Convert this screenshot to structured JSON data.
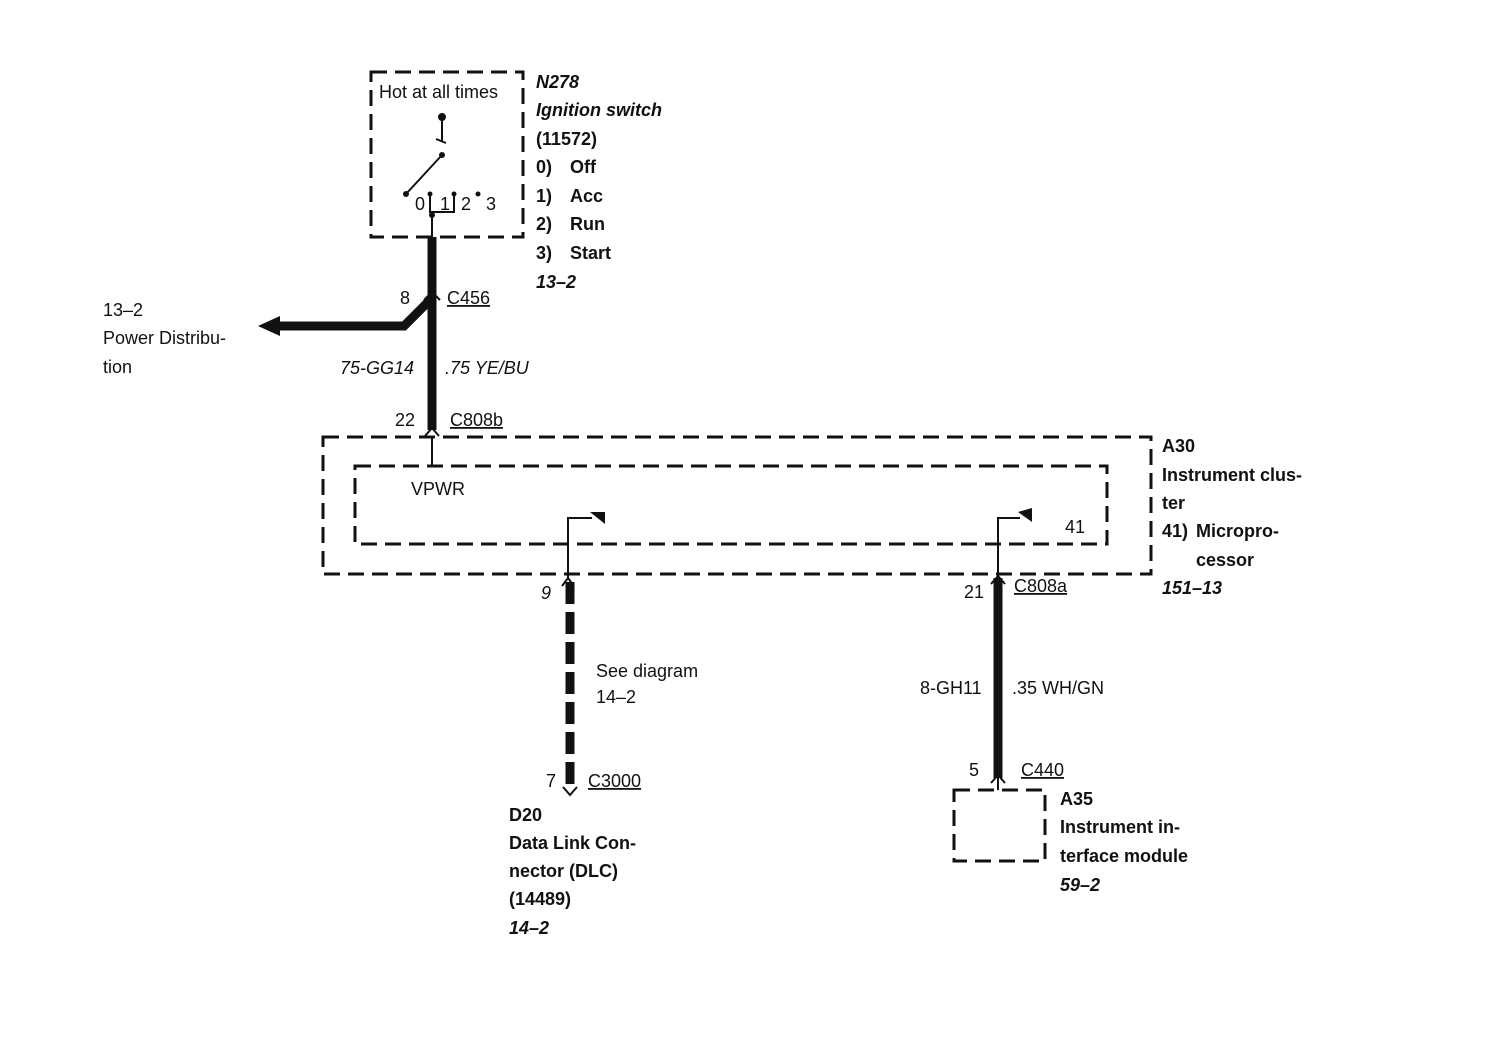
{
  "ignition_switch": {
    "box_label": "Hot at all times",
    "id": "N278",
    "name": "Ignition switch",
    "part": "(11572)",
    "positions": [
      {
        "num": "0)",
        "name": "Off"
      },
      {
        "num": "1)",
        "name": "Acc"
      },
      {
        "num": "2)",
        "name": "Run"
      },
      {
        "num": "3)",
        "name": "Start"
      }
    ],
    "ref": "13–2",
    "contacts": [
      "0",
      "1",
      "2",
      "3"
    ]
  },
  "power_distribution": {
    "ref": "13–2",
    "line1": "Power Distribu-",
    "line2": "tion"
  },
  "c456": {
    "pin": "8",
    "name": "C456"
  },
  "wire_top": {
    "circuit": "75-GG14",
    "gauge_color": ".75 YE/BU"
  },
  "c808b": {
    "pin": "22",
    "name": "C808b"
  },
  "instrument_cluster": {
    "id": "A30",
    "name_line1": "Instrument clus-",
    "name_line2": "ter",
    "sub_num": "41)",
    "sub_line1": "Micropro-",
    "sub_line2": "cessor",
    "ref": "151–13",
    "vpwr": "VPWR",
    "pin41": "41"
  },
  "pin9": {
    "pin": "9"
  },
  "c808a": {
    "pin": "21",
    "name": "C808a"
  },
  "dlc_wire": {
    "note1": "See diagram",
    "note2": "14–2"
  },
  "wire_right": {
    "circuit": "8-GH11",
    "gauge_color": ".35 WH/GN"
  },
  "c3000": {
    "pin": "7",
    "name": "C3000"
  },
  "dlc": {
    "id": "D20",
    "line1": "Data Link Con-",
    "line2": "nector (DLC)",
    "part": "(14489)",
    "ref": "14–2"
  },
  "c440": {
    "pin": "5",
    "name": "C440"
  },
  "interface_module": {
    "id": "A35",
    "line1": "Instrument in-",
    "line2": "terface module",
    "ref": "59–2"
  }
}
